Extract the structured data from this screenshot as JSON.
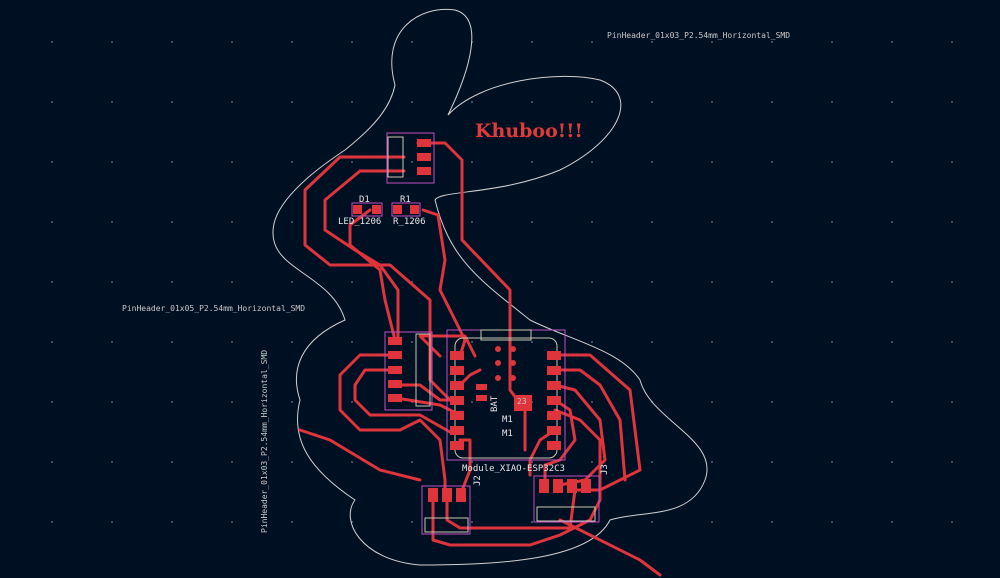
{
  "board": {
    "logo_text": "Khuboo!!!",
    "labels": {
      "top_header": "PinHeader_01x03_P2.54mm_Horizontal_SMD",
      "left_header": "PinHeader_01x05_P2.54mm_Horizontal_SMD",
      "vertical_header": "PinHeader_01x03_P2.54mm_Horizontal_SMD",
      "d1_ref": "D1",
      "d1_value": "LED_1206",
      "r1_ref": "R1",
      "r1_value": "R_1206",
      "module_value": "Module_XIAO-ESP32C3",
      "m1_ref": "M1",
      "m1_ref2": "M1",
      "bat": "BAT",
      "pad23": "23",
      "j2_ref": "J2",
      "j3_ref": "J3"
    },
    "colors": {
      "trace": "#e0343c",
      "courtyard": "#c050c0",
      "silkscreen": "#c8c8b0",
      "edge_cuts": "#d0d0d0",
      "background": "#001023"
    }
  }
}
